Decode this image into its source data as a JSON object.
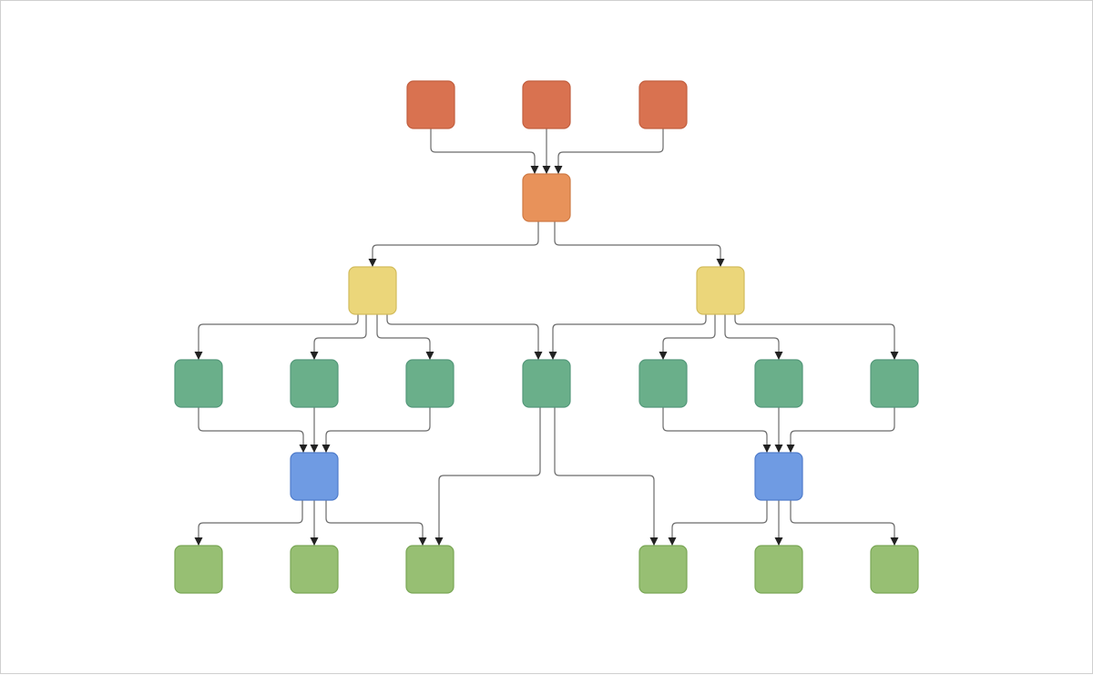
{
  "colors": {
    "source": {
      "fill": "#d97250",
      "stroke": "#c25f3f"
    },
    "hub": {
      "fill": "#e8925a",
      "stroke": "#cf7a44"
    },
    "branch": {
      "fill": "#ebd67a",
      "stroke": "#d3bc5c"
    },
    "teal": {
      "fill": "#6aaf8a",
      "stroke": "#54987a"
    },
    "blue": {
      "fill": "#6f9be3",
      "stroke": "#4f7ccb"
    },
    "leaf": {
      "fill": "#97bf73",
      "stroke": "#7aa756"
    },
    "edge": "#6b6b6b"
  },
  "nodes": [
    {
      "id": "src-1",
      "kind": "source"
    },
    {
      "id": "src-2",
      "kind": "source"
    },
    {
      "id": "src-3",
      "kind": "source"
    },
    {
      "id": "hub",
      "kind": "hub"
    },
    {
      "id": "branch-left",
      "kind": "branch"
    },
    {
      "id": "branch-right",
      "kind": "branch"
    },
    {
      "id": "mid-1",
      "kind": "teal"
    },
    {
      "id": "mid-2",
      "kind": "teal"
    },
    {
      "id": "mid-3",
      "kind": "teal"
    },
    {
      "id": "mid-4",
      "kind": "teal"
    },
    {
      "id": "mid-5",
      "kind": "teal"
    },
    {
      "id": "mid-6",
      "kind": "teal"
    },
    {
      "id": "mid-7",
      "kind": "teal"
    },
    {
      "id": "merge-left",
      "kind": "blue"
    },
    {
      "id": "merge-right",
      "kind": "blue"
    },
    {
      "id": "leaf-1",
      "kind": "leaf"
    },
    {
      "id": "leaf-2",
      "kind": "leaf"
    },
    {
      "id": "leaf-3",
      "kind": "leaf"
    },
    {
      "id": "leaf-4",
      "kind": "leaf"
    },
    {
      "id": "leaf-5",
      "kind": "leaf"
    },
    {
      "id": "leaf-6",
      "kind": "leaf"
    }
  ],
  "edges": [
    {
      "from": "src-1",
      "to": "hub"
    },
    {
      "from": "src-2",
      "to": "hub"
    },
    {
      "from": "src-3",
      "to": "hub"
    },
    {
      "from": "hub",
      "to": "branch-left"
    },
    {
      "from": "hub",
      "to": "branch-right"
    },
    {
      "from": "branch-left",
      "to": "mid-1"
    },
    {
      "from": "branch-left",
      "to": "mid-2"
    },
    {
      "from": "branch-left",
      "to": "mid-3"
    },
    {
      "from": "branch-left",
      "to": "mid-4"
    },
    {
      "from": "branch-right",
      "to": "mid-4"
    },
    {
      "from": "branch-right",
      "to": "mid-5"
    },
    {
      "from": "branch-right",
      "to": "mid-6"
    },
    {
      "from": "branch-right",
      "to": "mid-7"
    },
    {
      "from": "mid-1",
      "to": "merge-left"
    },
    {
      "from": "mid-2",
      "to": "merge-left"
    },
    {
      "from": "mid-3",
      "to": "merge-left"
    },
    {
      "from": "mid-5",
      "to": "merge-right"
    },
    {
      "from": "mid-6",
      "to": "merge-right"
    },
    {
      "from": "mid-7",
      "to": "merge-right"
    },
    {
      "from": "mid-4",
      "to": "leaf-3"
    },
    {
      "from": "mid-4",
      "to": "leaf-4"
    },
    {
      "from": "merge-left",
      "to": "leaf-1"
    },
    {
      "from": "merge-left",
      "to": "leaf-2"
    },
    {
      "from": "merge-left",
      "to": "leaf-3"
    },
    {
      "from": "merge-right",
      "to": "leaf-4"
    },
    {
      "from": "merge-right",
      "to": "leaf-5"
    },
    {
      "from": "merge-right",
      "to": "leaf-6"
    }
  ]
}
